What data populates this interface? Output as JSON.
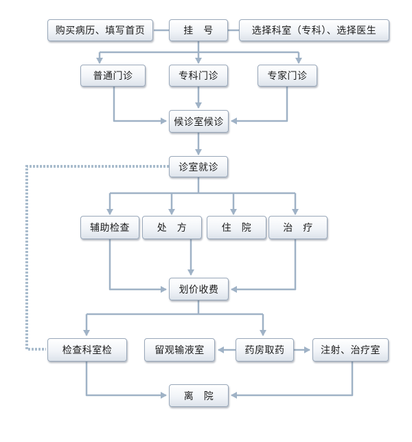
{
  "nodes": {
    "buy_record": "购买病历、填写首页",
    "register": "挂　号",
    "select_dept": "选择科室（专科）、选择医生",
    "general_clinic": "普通门诊",
    "specialty_clinic": "专科门诊",
    "expert_clinic": "专家门诊",
    "waiting": "候诊室候诊",
    "consultation": "诊室就诊",
    "aux_exam": "辅助检查",
    "prescription": "处　方",
    "hospitalization": "住　院",
    "treatment": "治　疗",
    "billing": "划价收费",
    "exam_room": "检查科室检",
    "observation": "留观输液室",
    "pharmacy": "药房取药",
    "injection": "注射、治疗室",
    "discharge": "离　院"
  }
}
